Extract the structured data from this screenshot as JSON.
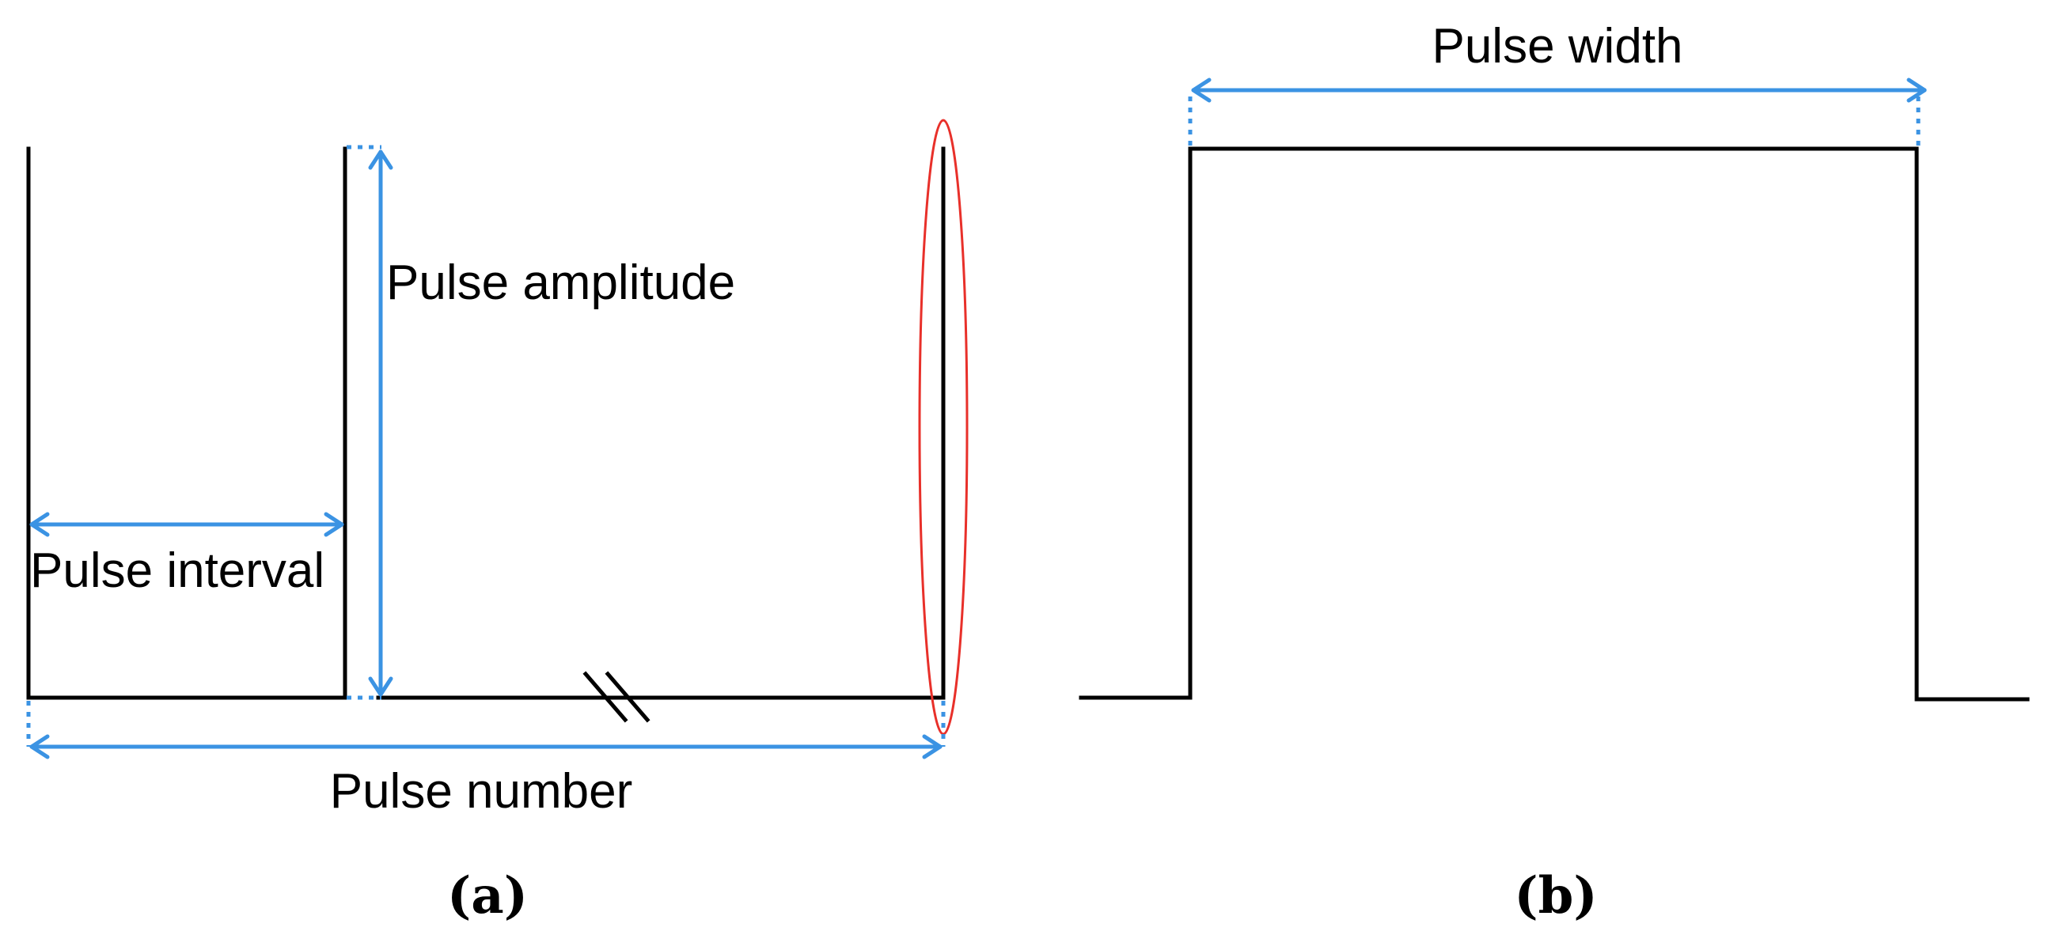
{
  "colors": {
    "signal": "#000000",
    "dimension": "#3b93e3",
    "highlight": "#e8302a"
  },
  "panel_a": {
    "pulse_amplitude_label": "Pulse amplitude",
    "pulse_interval_label": "Pulse interval",
    "pulse_number_label": "Pulse number",
    "caption": "(a)"
  },
  "panel_b": {
    "pulse_width_label": "Pulse width",
    "caption": "(b)"
  }
}
